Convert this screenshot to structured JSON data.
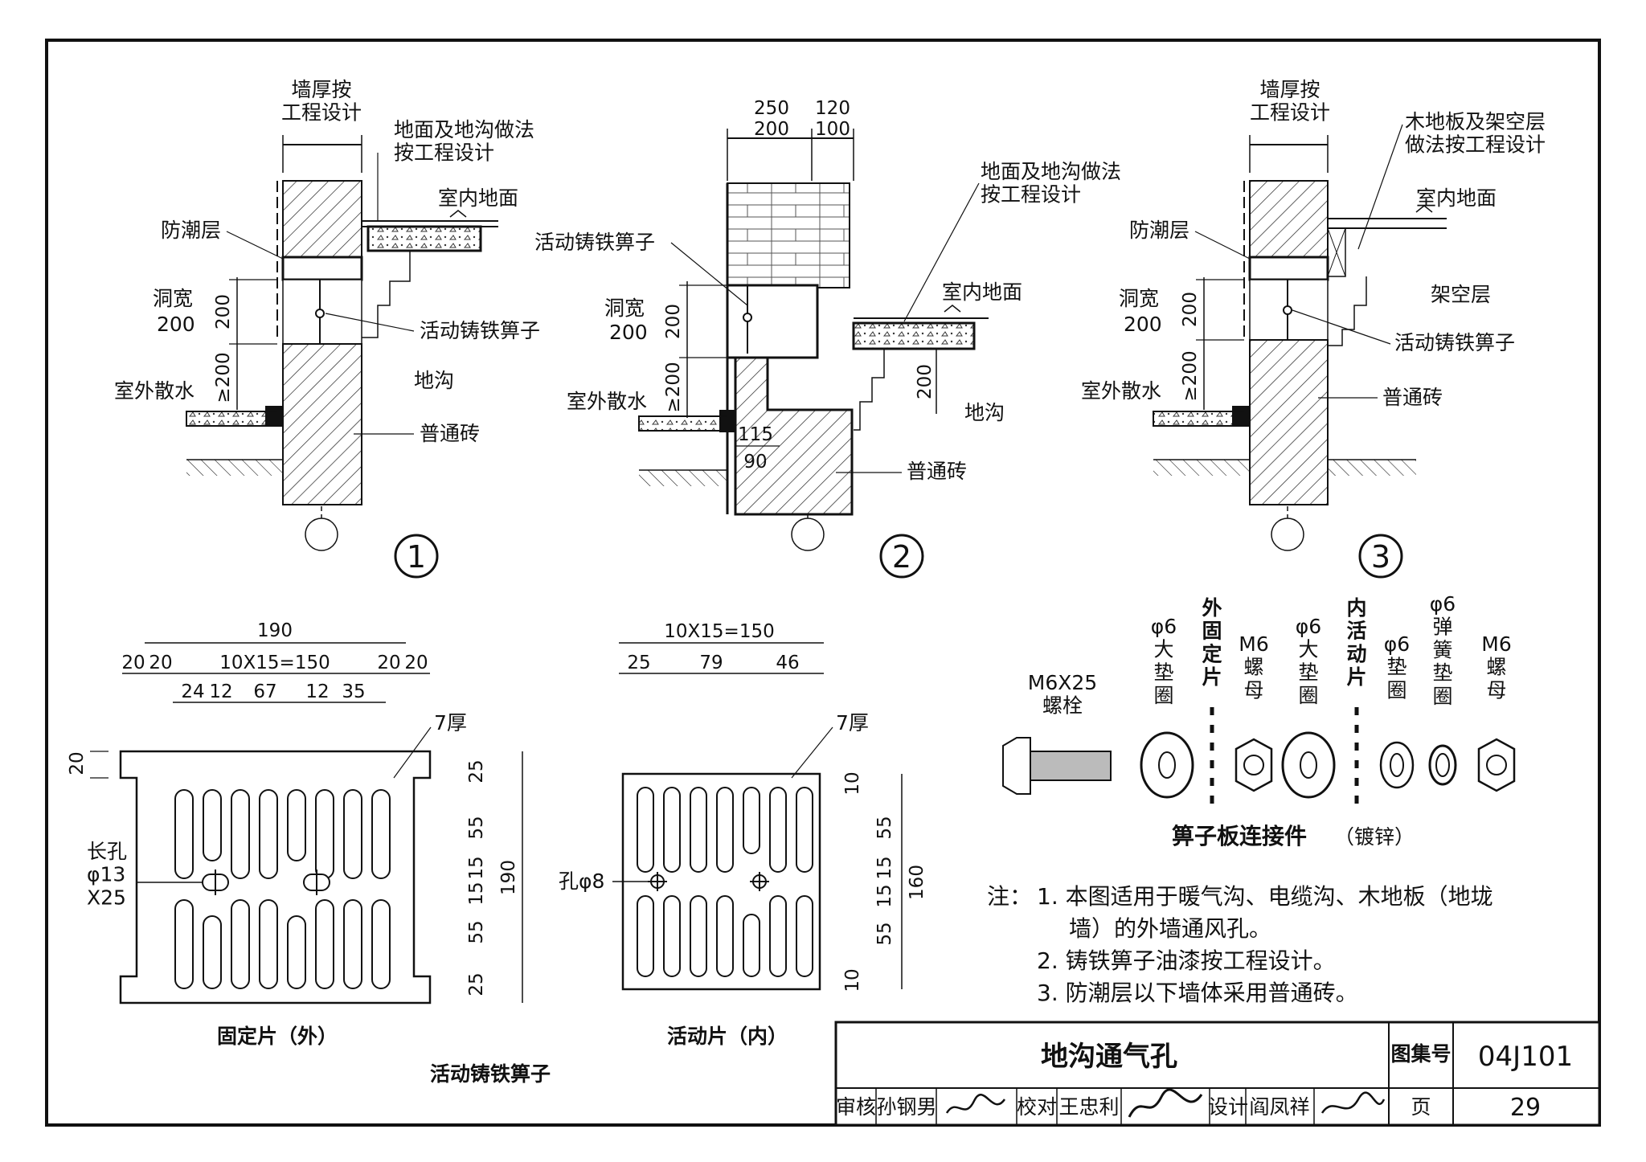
{
  "detail1": {
    "wall_thickness": "墙厚按\n工程设计",
    "floor_note": "地面及地沟做法\n按工程设计",
    "indoor_floor": "室内地面",
    "dpc": "防潮层",
    "opening_label": "洞宽",
    "opening_value": "200",
    "dim_200": "200",
    "dim_ge200": "≥200",
    "outdoor_apron": "室外散水",
    "trench": "地沟",
    "grate": "活动铸铁箅子",
    "brick": "普通砖",
    "number": "1"
  },
  "detail2": {
    "dim_top": [
      "250",
      "200",
      "120",
      "100"
    ],
    "floor_note": "地面及地沟做法\n按工程设计",
    "grate": "活动铸铁箅子",
    "indoor_floor": "室内地面",
    "opening_label": "洞宽",
    "opening_value": "200",
    "dim_200": "200",
    "dim_ge200": "≥200",
    "dim_200b": "200",
    "outdoor_apron": "室外散水",
    "trench": "地沟",
    "dim_115": "115",
    "dim_90": "90",
    "brick": "普通砖",
    "number": "2"
  },
  "detail3": {
    "wall_thickness": "墙厚按\n工程设计",
    "wood_floor_note": "木地板及架空层\n做法按工程设计",
    "indoor_floor": "室内地面",
    "dpc": "防潮层",
    "raised_layer": "架空层",
    "opening_label": "洞宽",
    "opening_value": "200",
    "dim_200": "200",
    "dim_ge200": "≥200",
    "outdoor_apron": "室外散水",
    "grate": "活动铸铁箅子",
    "brick": "普通砖",
    "number": "3"
  },
  "fixed_plate": {
    "dim_190": "190",
    "dim_row2": [
      "20",
      "20",
      "10X15=150",
      "20",
      "20"
    ],
    "dim_row3": [
      "24",
      "12",
      "67",
      "12",
      "35"
    ],
    "dim_20": "20",
    "thickness": "7厚",
    "slot_label": "长孔\nφ13\nX25",
    "vdims": [
      "25",
      "55",
      "15",
      "15",
      "55",
      "25"
    ],
    "total": "190",
    "caption": "固定片（外）"
  },
  "movable_plate": {
    "dim_150": "10X15=150",
    "dim_row2": [
      "25",
      "79",
      "46"
    ],
    "thickness": "7厚",
    "hole_label": "孔φ8",
    "vdims": [
      "10",
      "55",
      "15",
      "15",
      "55",
      "10"
    ],
    "total": "160",
    "caption": "活动片（内）"
  },
  "grate_caption": "活动铸铁箅子",
  "hardware": {
    "bolt": "M6X25\n螺栓",
    "washer_big1": "φ6\n大\n垫\n圈",
    "outer_fixed": "外\n固\n定\n片",
    "nut1": "M6\n螺\n母",
    "washer_big2": "φ6\n大\n垫\n圈",
    "inner_moving": "内\n活\n动\n片",
    "washer": "φ6\n垫\n圈",
    "spring_washer": "φ6\n弹\n簧\n垫\n圈",
    "nut2": "M6\n螺\n母",
    "caption_main": "箅子板连接件",
    "caption_sub": "（镀锌）"
  },
  "notes": {
    "prefix": "注：",
    "lines": [
      "1. 本图适用于暖气沟、电缆沟、木地板（地垅",
      "墙）的外墙通风孔。",
      "2. 铸铁箅子油漆按工程设计。",
      "3. 防潮层以下墙体采用普通砖。"
    ]
  },
  "title_block": {
    "title": "地沟通气孔",
    "atlas_label": "图集号",
    "atlas_no": "04J101",
    "review_label": "审核",
    "review_name": "孙钢男",
    "check_label": "校对",
    "check_name": "王忠利",
    "design_label": "设计",
    "design_name": "阎凤祥",
    "page_label": "页",
    "page_no": "29"
  }
}
